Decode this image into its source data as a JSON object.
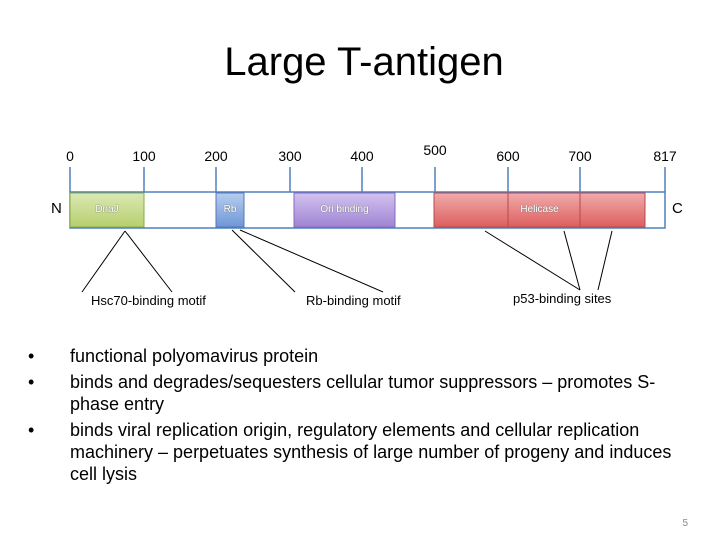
{
  "slide": {
    "title": "Large T-antigen",
    "page_number": "5"
  },
  "diagram": {
    "scale_ticks": [
      "0",
      "100",
      "200",
      "300",
      "400",
      "500",
      "600",
      "700",
      "817"
    ],
    "n_label": "N",
    "c_label": "C",
    "domains": {
      "dnaj": "DnaJ",
      "rb": "Rb",
      "ori": "Ori binding",
      "helicase": "Helicase"
    },
    "motifs": {
      "hsc70": "Hsc70-binding motif",
      "rb": "Rb-binding motif",
      "p53": "p53-binding sites"
    },
    "colors": {
      "dnaj": "#c7dc8c",
      "rb": "#8fb1e3",
      "ori": "#b79ee0",
      "helicase": "#e57c7c"
    }
  },
  "bullets": [
    {
      "marker": "•",
      "text": "functional polyomavirus protein"
    },
    {
      "marker": "•",
      "text": "binds and degrades/sequesters cellular tumor suppressors – promotes S-phase entry"
    },
    {
      "marker": "•",
      "text": "binds viral replication origin, regulatory elements and cellular replication machinery – perpetuates synthesis of large number of progeny and induces cell lysis"
    }
  ]
}
